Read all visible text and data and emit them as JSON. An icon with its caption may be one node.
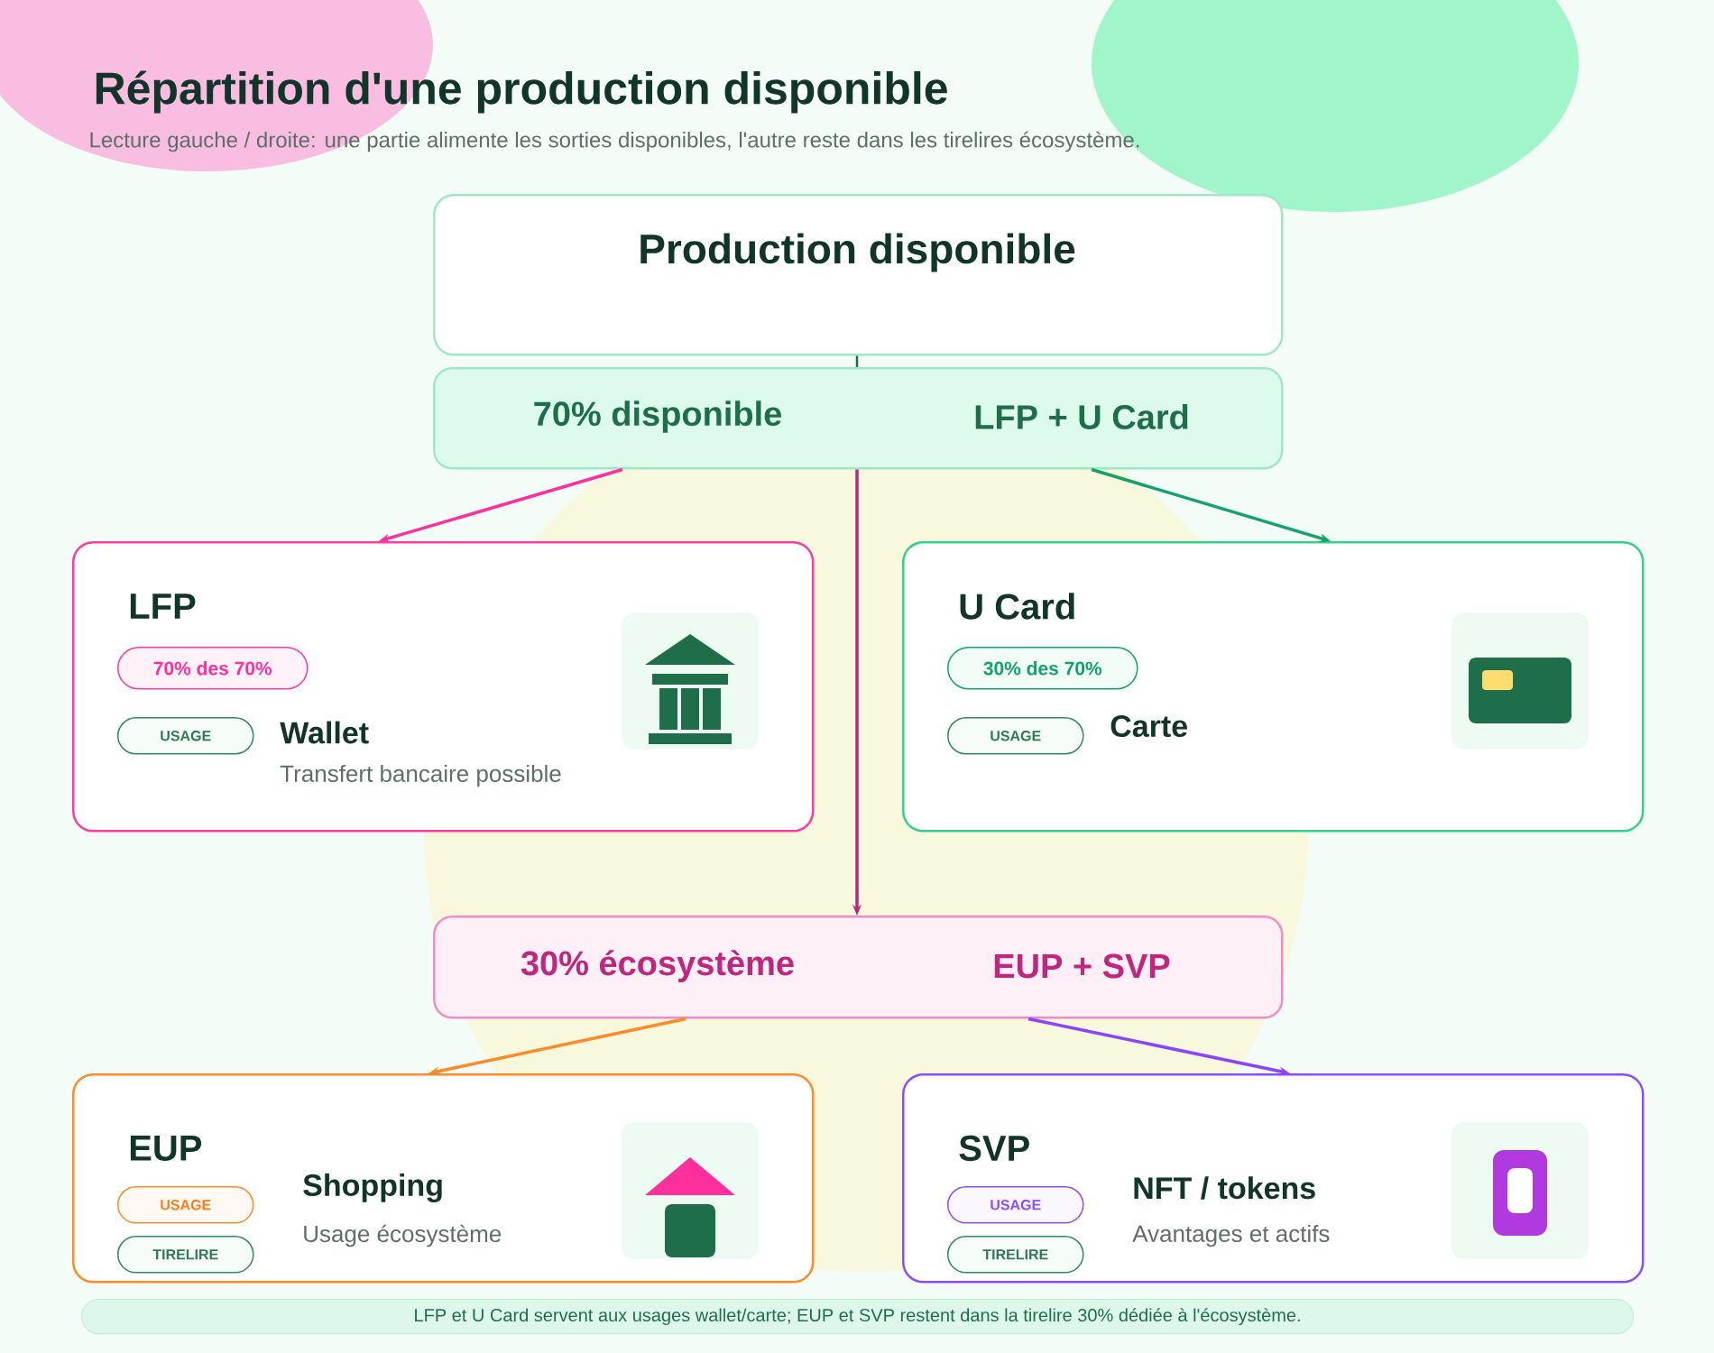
{
  "diagram": {
    "title": "Répartition d'une production disponible",
    "nodes": [
      {
        "text": [
          "Production disponible"
        ]
      },
      {
        "text": [
          "70% disponible",
          "LFP + U Card"
        ]
      },
      {
        "text": [
          "LFP",
          "Wallet",
          "Transfert bancaire possible"
        ]
      },
      {
        "text": [
          "70% des 70%"
        ],
        "in": 2
      },
      {
        "text": [
          "USAGE"
        ],
        "in": 2
      },
      {
        "text": [
          "U Card",
          "Carte"
        ]
      },
      {
        "text": [
          "30% des 70%"
        ],
        "in": 5
      },
      {
        "text": [
          "USAGE"
        ],
        "in": 5
      },
      {
        "text": [
          "30% écosystème",
          "EUP + SVP"
        ]
      },
      {
        "text": [
          "EUP",
          "Shopping",
          "Usage écosystème"
        ]
      },
      {
        "text": [
          "USAGE"
        ],
        "in": 9
      },
      {
        "text": [
          "TIRELIRE"
        ],
        "in": 9
      },
      {
        "text": [
          "SVP",
          "NFT / tokens",
          "Avantages et actifs"
        ]
      },
      {
        "text": [
          "USAGE"
        ],
        "in": 12
      },
      {
        "text": [
          "TIRELIRE"
        ],
        "in": 12
      },
      {
        "text": [
          "LFP et U Card servent aux usages wallet/carte; EUP et SVP restent dans la tirelire 30% dédiée à l'écosystème."
        ]
      }
    ],
    "edges": [
      {
        "from": 0,
        "to": 1,
        "arrow": "none",
        "color": "#1e6e4a"
      },
      {
        "from": 1,
        "to": 2,
        "arrow": "to",
        "color": "#ff2f9e"
      },
      {
        "from": 1,
        "to": 5,
        "arrow": "to",
        "color": "#12a36a"
      },
      {
        "from": 1,
        "to": 8,
        "arrow": "to",
        "color": "#b8267e"
      },
      {
        "from": 8,
        "to": 9,
        "arrow": "to",
        "color": "#ff8a26"
      },
      {
        "from": 8,
        "to": 12,
        "arrow": "to",
        "color": "#8b45ff"
      }
    ],
    "labels": [
      "Lecture gauche / droite: une partie alimente les sorties disponibles, l'autre reste dans les tirelires écosystème."
    ]
  }
}
